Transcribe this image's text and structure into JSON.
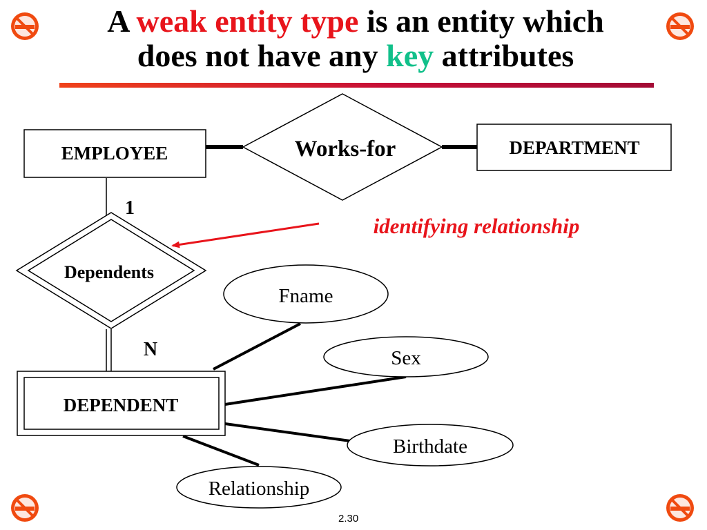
{
  "title": {
    "part1": "A ",
    "part2": "weak entity type",
    "part3": " is an entity which",
    "part4": "does not have any ",
    "part5": "key",
    "part6": " attributes"
  },
  "colors": {
    "weak": "#e8141b",
    "key": "#11c08a",
    "annotation": "#e8141b",
    "corner_icon": "#e8280c"
  },
  "diagram": {
    "entities": {
      "employee": "EMPLOYEE",
      "department": "DEPARTMENT",
      "dependent": "DEPENDENT"
    },
    "relationships": {
      "works_for": "Works-for",
      "dependents": "Dependents"
    },
    "cardinalities": {
      "one": "1",
      "many": "N"
    },
    "attributes": {
      "fname": "Fname",
      "sex": "Sex",
      "birthdate": "Birthdate",
      "relationship": "Relationship"
    },
    "annotation": "identifying relationship"
  },
  "corner_icons": [
    "no-smoking-icon",
    "no-smoking-icon",
    "no-smoking-icon",
    "no-smoking-icon"
  ],
  "slide_number": "2.30"
}
